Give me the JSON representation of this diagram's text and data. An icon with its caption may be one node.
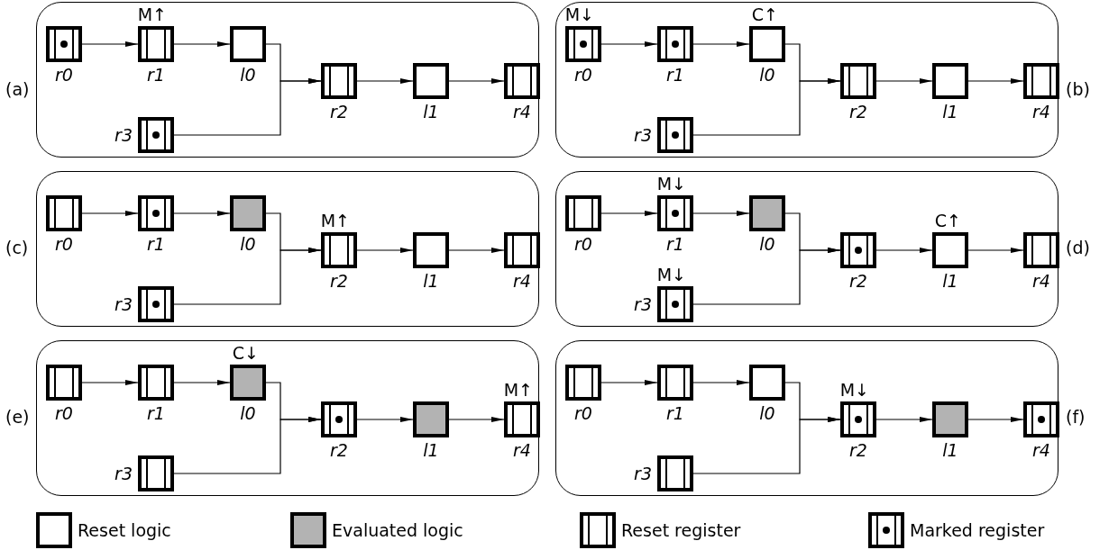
{
  "diagram": {
    "nodes": [
      {
        "text": [],
        "shape": "box",
        "beside": [
          "(a)"
        ]
      },
      {
        "text": [
          "r0"
        ],
        "in": 0
      },
      {
        "text": [
          "r1"
        ],
        "in": 0,
        "beside": [
          "M↑"
        ]
      },
      {
        "text": [
          "l0"
        ],
        "in": 0
      },
      {
        "text": [
          "r2"
        ],
        "in": 0
      },
      {
        "text": [
          "l1"
        ],
        "in": 0
      },
      {
        "text": [
          "r4"
        ],
        "in": 0
      },
      {
        "text": [
          "r3"
        ],
        "in": 0
      },
      {
        "text": [],
        "shape": "box",
        "beside": [
          "(b)"
        ]
      },
      {
        "text": [
          "r0"
        ],
        "in": 8,
        "beside": [
          "M↓"
        ]
      },
      {
        "text": [
          "r1"
        ],
        "in": 8
      },
      {
        "text": [
          "l0"
        ],
        "in": 8,
        "beside": [
          "C↑"
        ]
      },
      {
        "text": [
          "r2"
        ],
        "in": 8
      },
      {
        "text": [
          "l1"
        ],
        "in": 8
      },
      {
        "text": [
          "r4"
        ],
        "in": 8
      },
      {
        "text": [
          "r3"
        ],
        "in": 8
      },
      {
        "text": [],
        "shape": "box",
        "beside": [
          "(c)"
        ]
      },
      {
        "text": [
          "r0"
        ],
        "in": 16
      },
      {
        "text": [
          "r1"
        ],
        "in": 16
      },
      {
        "text": [
          "l0"
        ],
        "in": 16
      },
      {
        "text": [
          "r2"
        ],
        "in": 16,
        "beside": [
          "M↑"
        ]
      },
      {
        "text": [
          "l1"
        ],
        "in": 16
      },
      {
        "text": [
          "r4"
        ],
        "in": 16
      },
      {
        "text": [
          "r3"
        ],
        "in": 16
      },
      {
        "text": [],
        "shape": "box",
        "beside": [
          "(d)"
        ]
      },
      {
        "text": [
          "r0"
        ],
        "in": 24
      },
      {
        "text": [
          "r1"
        ],
        "in": 24,
        "beside": [
          "M↓"
        ]
      },
      {
        "text": [
          "l0"
        ],
        "in": 24
      },
      {
        "text": [
          "r2"
        ],
        "in": 24
      },
      {
        "text": [
          "l1"
        ],
        "in": 24,
        "beside": [
          "C↑"
        ]
      },
      {
        "text": [
          "r4"
        ],
        "in": 24
      },
      {
        "text": [
          "r3"
        ],
        "in": 24,
        "beside": [
          "M↓"
        ]
      },
      {
        "text": [],
        "shape": "box",
        "beside": [
          "(e)"
        ]
      },
      {
        "text": [
          "r0"
        ],
        "in": 32
      },
      {
        "text": [
          "r1"
        ],
        "in": 32
      },
      {
        "text": [
          "l0"
        ],
        "in": 32,
        "beside": [
          "C↓"
        ]
      },
      {
        "text": [
          "r2"
        ],
        "in": 32
      },
      {
        "text": [
          "l1"
        ],
        "in": 32
      },
      {
        "text": [
          "r4"
        ],
        "in": 32,
        "beside": [
          "M↑"
        ]
      },
      {
        "text": [
          "r3"
        ],
        "in": 32
      },
      {
        "text": [],
        "shape": "box",
        "beside": [
          "(f)"
        ]
      },
      {
        "text": [
          "r0"
        ],
        "in": 40
      },
      {
        "text": [
          "r1"
        ],
        "in": 40
      },
      {
        "text": [
          "l0"
        ],
        "in": 40
      },
      {
        "text": [
          "r2"
        ],
        "in": 40,
        "beside": [
          "M↓"
        ]
      },
      {
        "text": [
          "l1"
        ],
        "in": 40
      },
      {
        "text": [
          "r4"
        ],
        "in": 40
      },
      {
        "text": [
          "r3"
        ],
        "in": 40
      }
    ],
    "edges": [
      {
        "from": 1,
        "to": 2,
        "arrow": "to"
      },
      {
        "from": 2,
        "to": 3,
        "arrow": "to"
      },
      {
        "from": 3,
        "to": 4,
        "arrow": "to"
      },
      {
        "from": 7,
        "to": 4,
        "arrow": "to"
      },
      {
        "from": 4,
        "to": 5,
        "arrow": "to"
      },
      {
        "from": 5,
        "to": 6,
        "arrow": "to"
      },
      {
        "from": 9,
        "to": 10,
        "arrow": "to"
      },
      {
        "from": 10,
        "to": 11,
        "arrow": "to"
      },
      {
        "from": 11,
        "to": 12,
        "arrow": "to"
      },
      {
        "from": 15,
        "to": 12,
        "arrow": "to"
      },
      {
        "from": 12,
        "to": 13,
        "arrow": "to"
      },
      {
        "from": 13,
        "to": 14,
        "arrow": "to"
      },
      {
        "from": 17,
        "to": 18,
        "arrow": "to"
      },
      {
        "from": 18,
        "to": 19,
        "arrow": "to"
      },
      {
        "from": 19,
        "to": 20,
        "arrow": "to"
      },
      {
        "from": 23,
        "to": 20,
        "arrow": "to"
      },
      {
        "from": 20,
        "to": 21,
        "arrow": "to"
      },
      {
        "from": 21,
        "to": 22,
        "arrow": "to"
      },
      {
        "from": 25,
        "to": 26,
        "arrow": "to"
      },
      {
        "from": 26,
        "to": 27,
        "arrow": "to"
      },
      {
        "from": 27,
        "to": 28,
        "arrow": "to"
      },
      {
        "from": 31,
        "to": 28,
        "arrow": "to"
      },
      {
        "from": 28,
        "to": 29,
        "arrow": "to"
      },
      {
        "from": 29,
        "to": 30,
        "arrow": "to"
      },
      {
        "from": 33,
        "to": 34,
        "arrow": "to"
      },
      {
        "from": 34,
        "to": 35,
        "arrow": "to"
      },
      {
        "from": 35,
        "to": 36,
        "arrow": "to"
      },
      {
        "from": 39,
        "to": 36,
        "arrow": "to"
      },
      {
        "from": 36,
        "to": 37,
        "arrow": "to"
      },
      {
        "from": 37,
        "to": 38,
        "arrow": "to"
      },
      {
        "from": 41,
        "to": 42,
        "arrow": "to"
      },
      {
        "from": 42,
        "to": 43,
        "arrow": "to"
      },
      {
        "from": 43,
        "to": 44,
        "arrow": "to"
      },
      {
        "from": 47,
        "to": 44,
        "arrow": "to"
      },
      {
        "from": 44,
        "to": 45,
        "arrow": "to"
      },
      {
        "from": 45,
        "to": 46,
        "arrow": "to"
      }
    ],
    "legend": [
      {
        "text": "Reset logic"
      },
      {
        "text": "Evaluated logic"
      },
      {
        "text": "Reset register"
      },
      {
        "text": "Marked register"
      }
    ]
  }
}
